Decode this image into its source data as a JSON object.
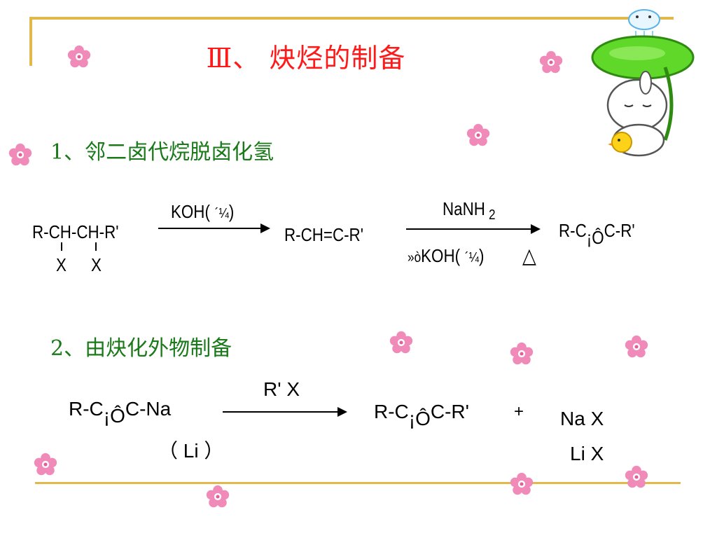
{
  "title": "Ⅲ、 炔烃的制备",
  "section1": {
    "heading": "1、邻二卤代烷脱卤化氢",
    "reactant": "R-CH-CH-R'",
    "reactant_sub_x1": "X",
    "reactant_sub_x2": "X",
    "reagent1": "KOH(",
    "reagent1_garble": "´¼",
    "reagent1_close": ")",
    "intermediate": "R-CH=C-R'",
    "reagent2_top": "NaNH",
    "reagent2_sub": "2",
    "reagent2_bottom_pre": "»ò",
    "reagent2_bottom": "KOH(",
    "reagent2_bottom_garble": "´¼",
    "reagent2_bottom_close": ")",
    "heat_symbol": "△",
    "product_pre": "R-C",
    "product_bond": "¡Ô",
    "product_post": "C-R'"
  },
  "section2": {
    "heading": "2、由炔化外物制备",
    "reactant_pre": "R-C",
    "reactant_bond": "¡Ô",
    "reactant_post": "C-Na",
    "reactant_alt": "（ Li ）",
    "reagent": "R' X",
    "product_pre": "R-C",
    "product_bond": "¡Ô",
    "product_post": "C-R'",
    "plus": "+",
    "byproduct1": "Na X",
    "byproduct2": "Li X"
  },
  "colors": {
    "title": "#ff1a1a",
    "heading": "#1a7a1a",
    "frame": "#e3b84a",
    "flower": "#f08ab8"
  },
  "decorations": {
    "flower_icon": "pink-flower-icon",
    "mascot_icon": "rabbit-mascot-icon"
  }
}
